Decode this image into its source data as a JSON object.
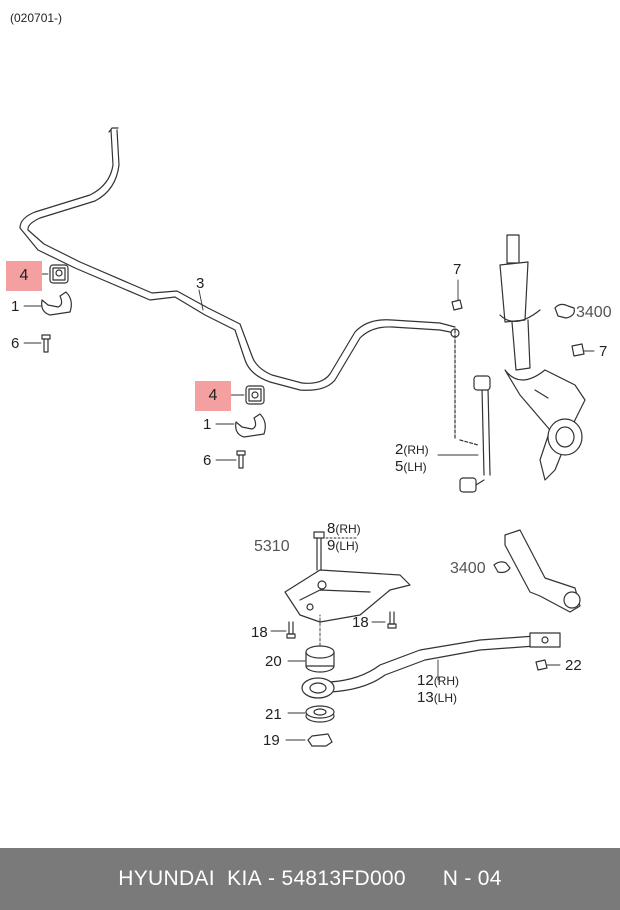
{
  "header": {
    "code": "(020701-)"
  },
  "parts": {
    "p4a": "4",
    "p4b": "4",
    "p1a": "1",
    "p1b": "1",
    "p6a": "6",
    "p6b": "6",
    "p3": "3",
    "p7a": "7",
    "p7b": "7",
    "p3400a": "3400",
    "p3400b": "3400",
    "p2": "2",
    "p2s": "(RH)",
    "p5": "5",
    "p5s": "(LH)",
    "p8": "8",
    "p8s": "(RH)",
    "p9": "9",
    "p9s": "(LH)",
    "p5310": "5310",
    "p18a": "18",
    "p18b": "18",
    "p20": "20",
    "p21": "21",
    "p19": "19",
    "p22": "22",
    "p12": "12",
    "p12s": "(RH)",
    "p13": "13",
    "p13s": "(LH)"
  },
  "highlight_color": "#f4a0a0",
  "footer": {
    "brand": "HYUNDAI  KIA",
    "sep": " - ",
    "part_number": "54813FD000",
    "page": "N - 04"
  }
}
